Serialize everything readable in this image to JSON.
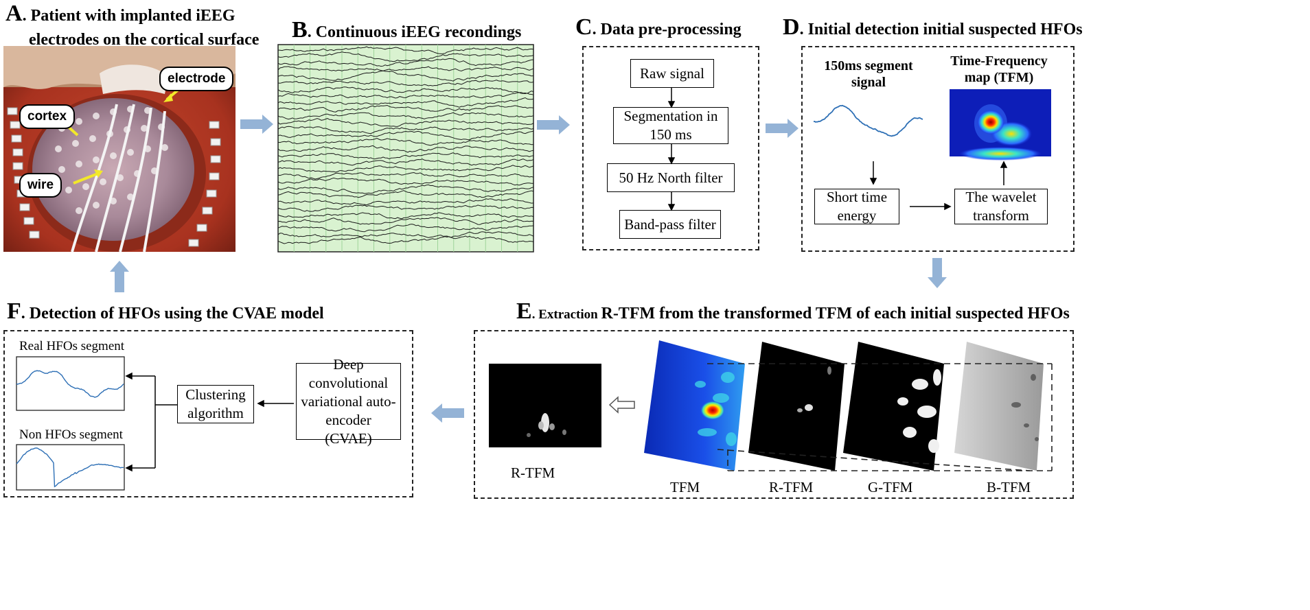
{
  "panel_a": {
    "title_letter": "A",
    "title_line1": ". Patient with implanted iEEG",
    "title_line2": "electrodes on the cortical surface",
    "callouts": {
      "electrode": "electrode",
      "cortex": "cortex",
      "wire": "wire"
    }
  },
  "panel_b": {
    "title_letter": "B",
    "title_text": ". Continuous iEEG recondings"
  },
  "panel_c": {
    "title_letter": "C",
    "title_text": ". Data pre-processing",
    "steps": [
      "Raw signal",
      "Segmentation in 150 ms",
      "50 Hz North filter",
      "Band-pass filter"
    ]
  },
  "panel_d": {
    "title_letter": "D",
    "title_text": ". Initial detection initial suspected HFOs",
    "segment_label_line1": "150ms segment",
    "segment_label_line2": "signal",
    "tfm_label_line1": "Time-Frequency",
    "tfm_label_line2": "map (TFM)",
    "box_energy": "Short time energy",
    "box_wavelet": "The wavelet transform"
  },
  "panel_e": {
    "title_letter": "E",
    "title_small": ". Extraction ",
    "title_text": "R-TFM from the transformed TFM of each initial suspected HFOs",
    "output_label": "R-TFM",
    "layer_labels": [
      "TFM",
      "R-TFM",
      "G-TFM",
      "B-TFM"
    ]
  },
  "panel_f": {
    "title_letter": "F",
    "title_text": ". Detection of HFOs using the CVAE model",
    "real_label": "Real HFOs segment",
    "non_label": "Non HFOs segment",
    "clustering": "Clustering algorithm",
    "cvae": "Deep convolutional variational auto-encoder (CVAE)"
  },
  "colors": {
    "flow_arrow": "#94b3d6",
    "signal_blue": "#2d6fb5",
    "eeg_bg": "#d9f2d0",
    "tissue_red": "#a8321f"
  }
}
